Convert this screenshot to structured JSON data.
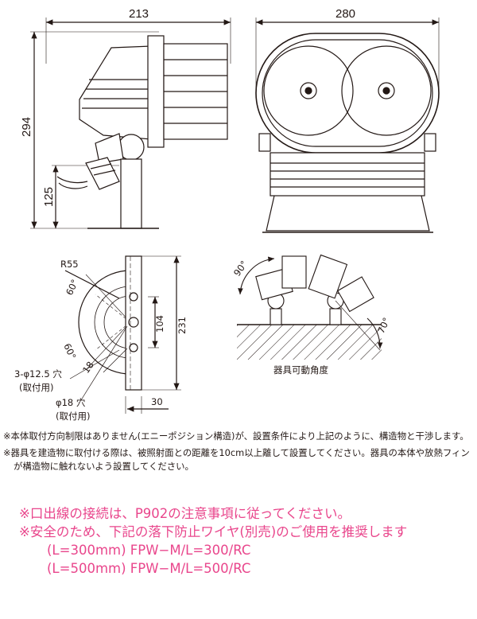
{
  "dimensions": {
    "side_width": "213",
    "front_width": "280",
    "height": "294",
    "arm_height": "125",
    "radius": "R55",
    "angle_top": "60°",
    "angle_bottom": "60°",
    "pitch": "104",
    "mount_height": "231",
    "base_offset": "18",
    "base_width": "30",
    "hole_small": "3-φ12.5 穴",
    "hole_small_note": "(取付用)",
    "hole_large": "φ18 穴",
    "hole_large_note": "(取付用)",
    "tilt_up": "90°",
    "tilt_down": "70°",
    "movable_caption": "器具可動角度"
  },
  "notes": {
    "note1": "※本体取付方向制限はありません(エニーポジション構造)が、設置条件により上記のように、構造物と干渉します。",
    "note2": "※器具を建造物に取付ける際は、被照射面との距離を10cm以上離して設置してください。器具の本体や放熱フィンが構造物に触れないよう設置してください。"
  },
  "highlights": {
    "line1": "※口出線の接続は、P902の注意事項に従ってください。",
    "line2": "※安全のため、下記の落下防止ワイヤ(別売)のご使用を推奨します",
    "line3": "(L=300mm) FPW−M/L=300/RC",
    "line4": "(L=500mm) FPW−M/L=500/RC"
  },
  "colors": {
    "text": "#231815",
    "accent": "#e9468c"
  }
}
